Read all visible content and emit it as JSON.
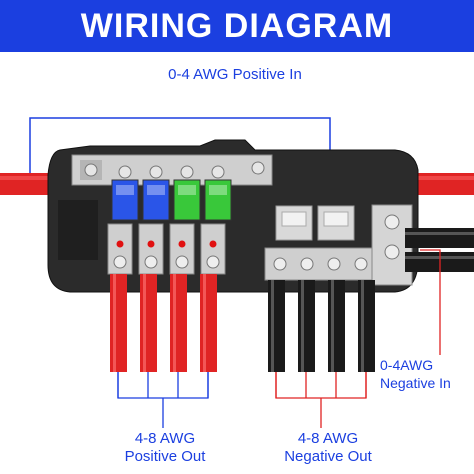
{
  "title": "WIRING DIAGRAM",
  "labels": {
    "positive_in": "0-4 AWG Positive In",
    "negative_in_line1": "0-4AWG",
    "negative_in_line2": "Negative In",
    "positive_out_line1": "4-8 AWG",
    "positive_out_line2": "Positive Out",
    "negative_out_line1": "4-8 AWG",
    "negative_out_line2": "Negative Out"
  },
  "colors": {
    "banner": "#1b3fe0",
    "label_text": "#1b3fe0",
    "positive_wire": "#e02424",
    "negative_wire": "#1a1a1a",
    "housing": "#2b2b2b",
    "busbar": "#cfcfcf",
    "fuse_blue": "#2a55e8",
    "fuse_green": "#39c83a",
    "fuse_clear": "#e8e8e8",
    "led": "#e01010"
  },
  "fuses": [
    {
      "color": "blue"
    },
    {
      "color": "blue"
    },
    {
      "color": "green"
    },
    {
      "color": "green"
    }
  ],
  "positive_outputs": 4,
  "negative_outputs": 4
}
